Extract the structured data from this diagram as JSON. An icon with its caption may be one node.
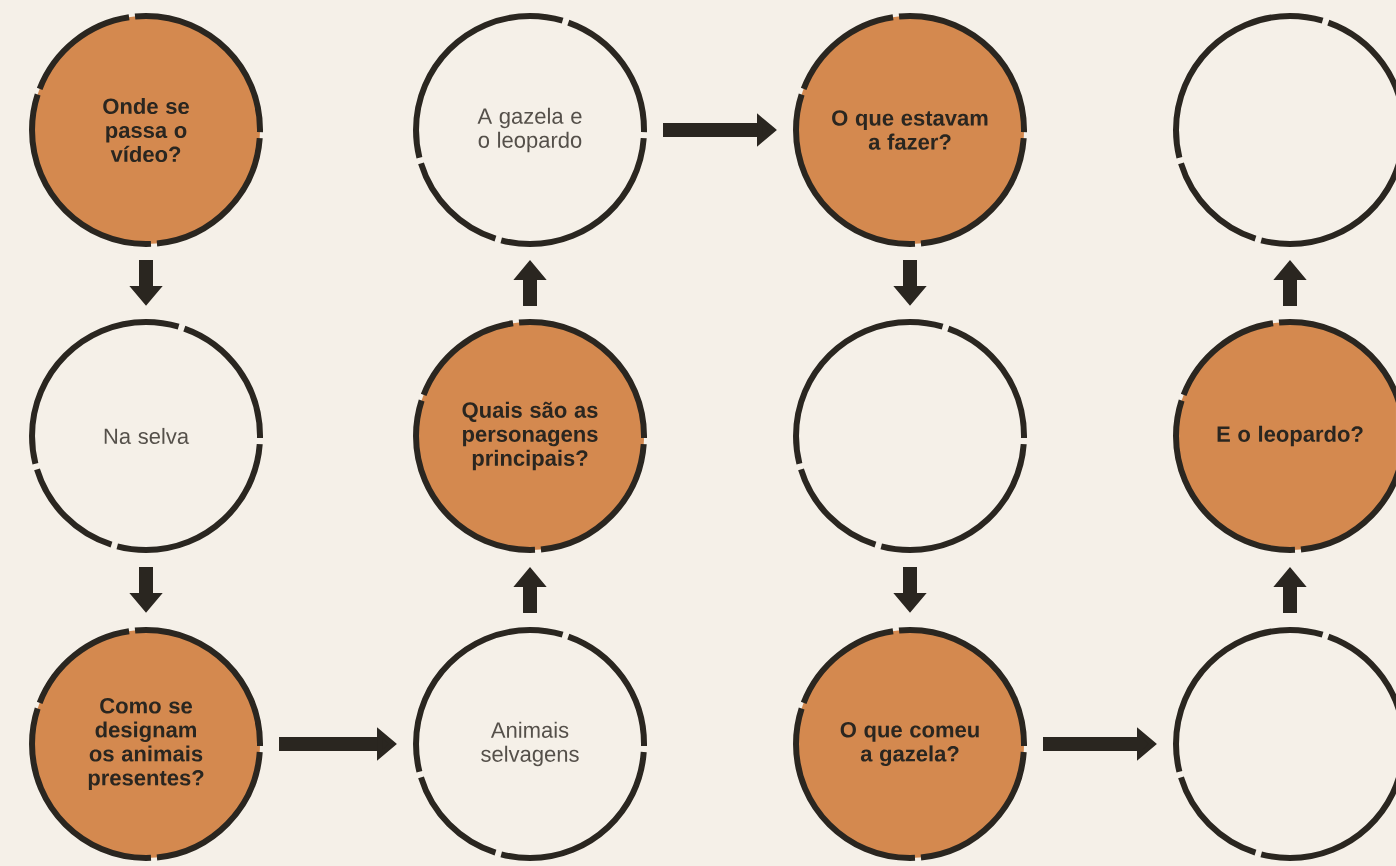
{
  "diagram": {
    "nodes": [
      {
        "text": [
          "Onde se passa o vídeo?"
        ]
      },
      {
        "text": [
          "Na selva"
        ]
      },
      {
        "text": [
          "Como se designam os animais presentes?"
        ]
      },
      {
        "text": [
          "Animais selvagens"
        ]
      },
      {
        "text": [
          "Quais são as personagens principais?"
        ]
      },
      {
        "text": [
          "A gazela e o leopardo"
        ]
      },
      {
        "text": [
          "O que estavam a fazer?"
        ]
      },
      {
        "text": [],
        "shape": "circle"
      },
      {
        "text": [
          "O que comeu a gazela?"
        ]
      },
      {
        "text": [],
        "shape": "circle"
      },
      {
        "text": [
          "E o leopardo?"
        ]
      },
      {
        "text": [],
        "shape": "circle"
      }
    ],
    "edges": [
      {
        "from": 0,
        "to": 1,
        "arrow": "to"
      },
      {
        "from": 1,
        "to": 2,
        "arrow": "to"
      },
      {
        "from": 2,
        "to": 3,
        "arrow": "to"
      },
      {
        "from": 3,
        "to": 4,
        "arrow": "to"
      },
      {
        "from": 4,
        "to": 5,
        "arrow": "to"
      },
      {
        "from": 5,
        "to": 6,
        "arrow": "to"
      },
      {
        "from": 6,
        "to": 7,
        "arrow": "to"
      },
      {
        "from": 7,
        "to": 8,
        "arrow": "to"
      },
      {
        "from": 8,
        "to": 9,
        "arrow": "to"
      },
      {
        "from": 9,
        "to": 10,
        "arrow": "to"
      },
      {
        "from": 10,
        "to": 11,
        "arrow": "to"
      }
    ]
  }
}
